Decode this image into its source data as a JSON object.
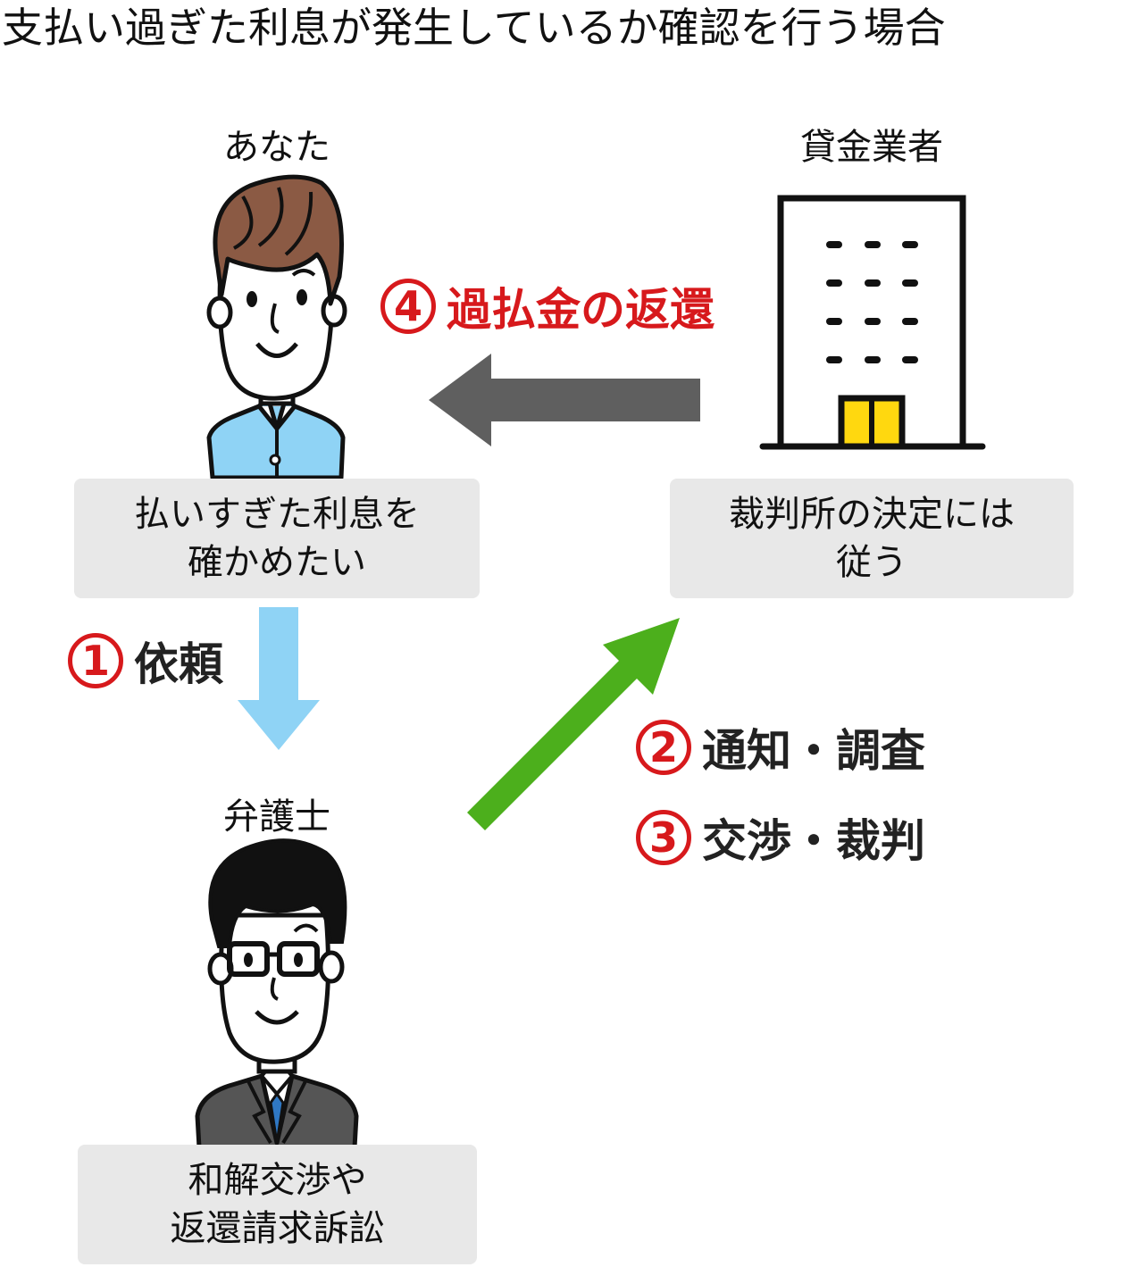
{
  "title": "支払い過ぎた利息が発生しているか確認を行う場合",
  "actors": {
    "you": {
      "label": "あなた",
      "note_line1": "払いすぎた利息を",
      "note_line2": "確かめたい"
    },
    "lender": {
      "label": "貸金業者",
      "note_line1": "裁判所の決定には",
      "note_line2": "従う"
    },
    "lawyer": {
      "label": "弁護士",
      "note_line1": "和解交渉や",
      "note_line2": "返還請求訴訟"
    }
  },
  "steps": [
    {
      "num": "1",
      "text": "依頼"
    },
    {
      "num": "2",
      "text": "通知・調査"
    },
    {
      "num": "3",
      "text": "交渉・裁判"
    },
    {
      "num": "4",
      "text": "過払金の返還"
    }
  ],
  "colors": {
    "step_red": "#d7191c",
    "arrow_request": "#8fd3f5",
    "arrow_action": "#4caf1c",
    "arrow_refund": "#5f5f5f",
    "note_box": "#e8e8e8",
    "building_door": "#ffd80f",
    "shirt_blue": "#8fd3f5"
  },
  "icons": [
    "person-casual-icon",
    "building-icon",
    "lawyer-icon"
  ]
}
